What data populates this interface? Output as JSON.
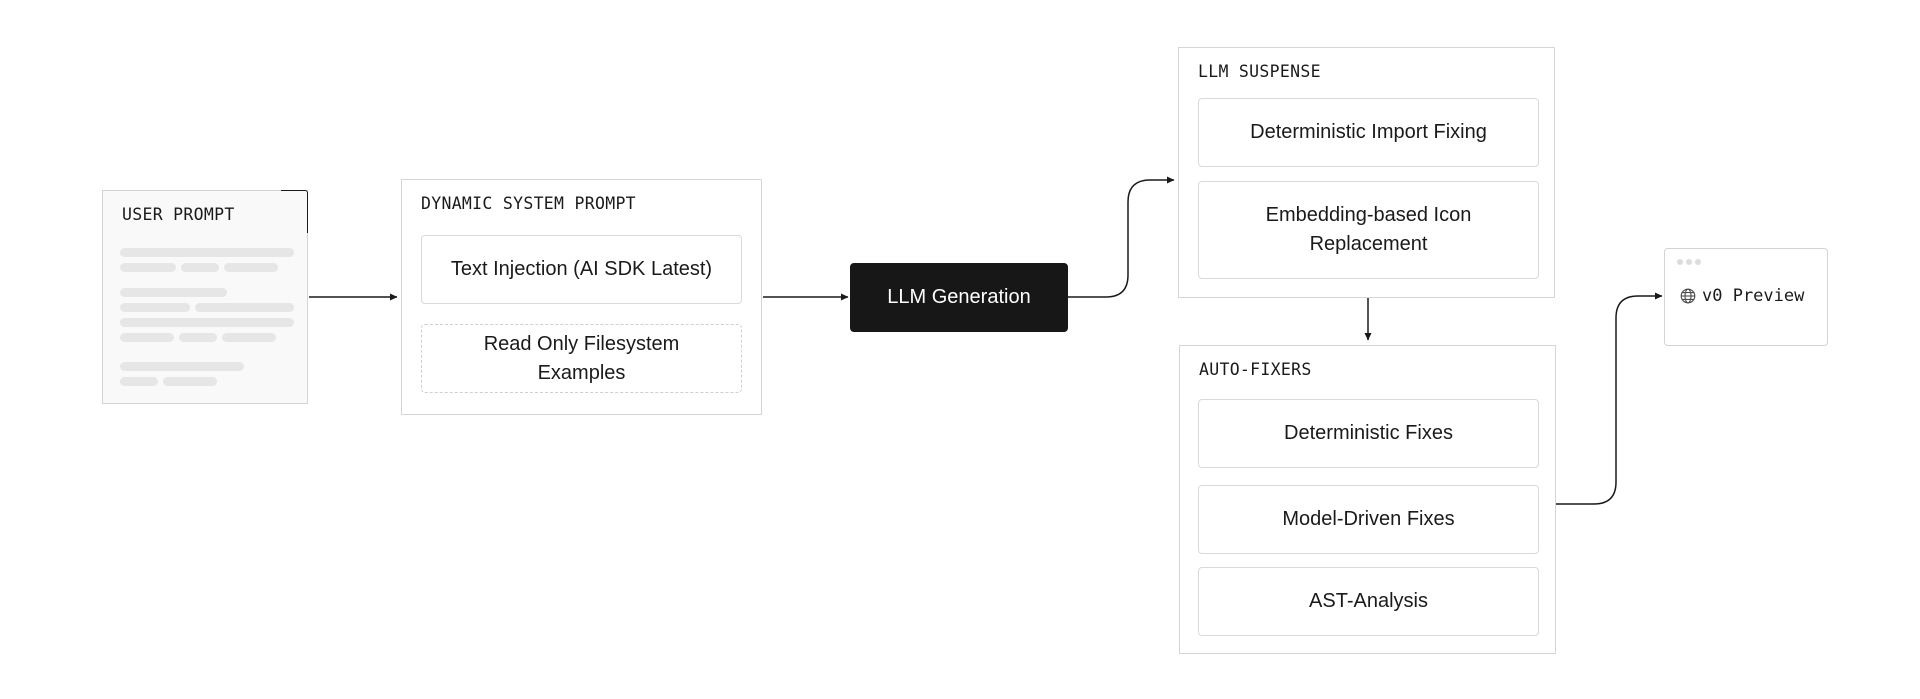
{
  "user_prompt": {
    "title": "USER PROMPT"
  },
  "dynamic_system_prompt": {
    "title": "DYNAMIC SYSTEM PROMPT",
    "items": [
      "Text Injection (AI SDK Latest)",
      "Read Only Filesystem Examples"
    ]
  },
  "llm_generation": {
    "label": "LLM Generation"
  },
  "llm_suspense": {
    "title": "LLM SUSPENSE",
    "items": [
      "Deterministic Import Fixing",
      "Embedding-based Icon Replacement"
    ]
  },
  "auto_fixers": {
    "title": "AUTO-FIXERS",
    "items": [
      "Deterministic Fixes",
      "Model-Driven Fixes",
      "AST-Analysis"
    ]
  },
  "preview": {
    "label": "v0 Preview",
    "icon": "globe-icon"
  },
  "colors": {
    "node_dark": "#171717",
    "border": "#d6d6d6",
    "placeholder": "#e6e6e6"
  }
}
